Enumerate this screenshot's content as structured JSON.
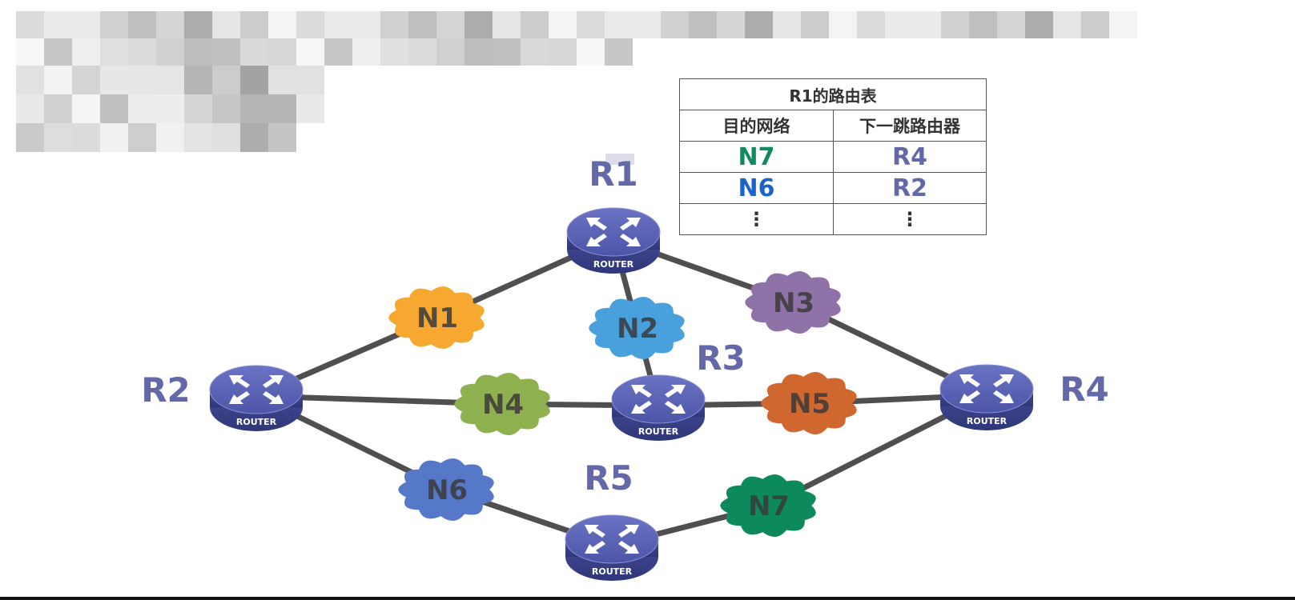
{
  "colors": {
    "link": "#4f4f4f",
    "router_label": "#6268a8",
    "router_top": "#5a62b4",
    "router_body": "#3e4690",
    "N1": "#f7a830",
    "N2": "#48a0dc",
    "N3": "#8e72a8",
    "N4": "#8fb04e",
    "N5": "#d0672f",
    "N6": "#5678c8",
    "N7": "#0c8a5c",
    "table_n7": "#108a60",
    "table_n6": "#1a64c8",
    "table_router": "#6268a8"
  },
  "router_icon_text": "ROUTER",
  "routers": [
    {
      "id": "R1",
      "label": "R1"
    },
    {
      "id": "R2",
      "label": "R2"
    },
    {
      "id": "R3",
      "label": "R3"
    },
    {
      "id": "R4",
      "label": "R4"
    },
    {
      "id": "R5",
      "label": "R5"
    }
  ],
  "networks": [
    {
      "id": "N1",
      "label": "N1"
    },
    {
      "id": "N2",
      "label": "N2"
    },
    {
      "id": "N3",
      "label": "N3"
    },
    {
      "id": "N4",
      "label": "N4"
    },
    {
      "id": "N5",
      "label": "N5"
    },
    {
      "id": "N6",
      "label": "N6"
    },
    {
      "id": "N7",
      "label": "N7"
    }
  ],
  "links": [
    [
      "R1",
      "N1"
    ],
    [
      "N1",
      "R2"
    ],
    [
      "R1",
      "N2"
    ],
    [
      "N2",
      "R3"
    ],
    [
      "R1",
      "N3"
    ],
    [
      "N3",
      "R4"
    ],
    [
      "R2",
      "N4"
    ],
    [
      "N4",
      "R3"
    ],
    [
      "R3",
      "N5"
    ],
    [
      "N5",
      "R4"
    ],
    [
      "R2",
      "N6"
    ],
    [
      "N6",
      "R5"
    ],
    [
      "R5",
      "N7"
    ],
    [
      "N7",
      "R4"
    ]
  ],
  "routing_table": {
    "title": "R1的路由表",
    "headers": [
      "目的网络",
      "下一跳路由器"
    ],
    "rows": [
      {
        "dest": "N7",
        "next": "R4"
      },
      {
        "dest": "N6",
        "next": "R2"
      },
      {
        "dest": "⋮",
        "next": "⋮"
      }
    ]
  }
}
